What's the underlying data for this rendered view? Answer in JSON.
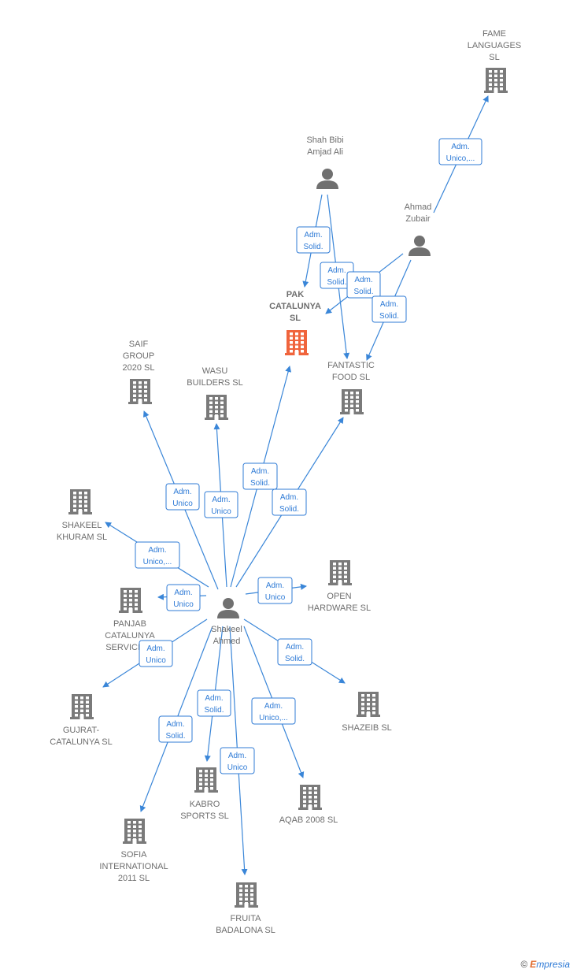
{
  "colors": {
    "edge": "#3a86d8",
    "company": "#7a7a7a",
    "highlight": "#f0643c",
    "person": "#707070"
  },
  "nodes": [
    {
      "id": "fame",
      "kind": "company",
      "label": [
        "FAME",
        "LANGUAGES",
        "SL"
      ]
    },
    {
      "id": "shahbibi",
      "kind": "person",
      "label": [
        "Shah Bibi",
        "Amjad Ali"
      ]
    },
    {
      "id": "ahmad",
      "kind": "person",
      "label": [
        "Ahmad",
        "Zubair"
      ]
    },
    {
      "id": "pak",
      "kind": "company",
      "highlight": true,
      "label": [
        "PAK",
        "CATALUNYA",
        "SL"
      ]
    },
    {
      "id": "fantastic",
      "kind": "company",
      "label": [
        "FANTASTIC",
        "FOOD  SL"
      ]
    },
    {
      "id": "saif",
      "kind": "company",
      "label": [
        "SAIF",
        "GROUP",
        "2020  SL"
      ]
    },
    {
      "id": "wasu",
      "kind": "company",
      "label": [
        "WASU",
        "BUILDERS SL"
      ]
    },
    {
      "id": "shakeelk",
      "kind": "company",
      "label": [
        "SHAKEEL",
        "KHURAM  SL"
      ]
    },
    {
      "id": "open",
      "kind": "company",
      "label": [
        "OPEN",
        "HARDWARE  SL"
      ]
    },
    {
      "id": "panjab",
      "kind": "company",
      "label": [
        "PANJAB",
        "CATALUNYA",
        "SERVICIO..."
      ]
    },
    {
      "id": "shakeel",
      "kind": "person",
      "label": [
        "Shakeel",
        "Ahmed"
      ]
    },
    {
      "id": "gujrat",
      "kind": "company",
      "label": [
        "GUJRAT-",
        "CATALUNYA  SL"
      ]
    },
    {
      "id": "shazeib",
      "kind": "company",
      "label": [
        "SHAZEIB  SL"
      ]
    },
    {
      "id": "kabro",
      "kind": "company",
      "label": [
        "KABRO",
        "SPORTS  SL"
      ]
    },
    {
      "id": "aqab",
      "kind": "company",
      "label": [
        "AQAB 2008 SL"
      ]
    },
    {
      "id": "sofia",
      "kind": "company",
      "label": [
        "SOFIA",
        "INTERNATIONAL",
        "2011 SL"
      ]
    },
    {
      "id": "fruita",
      "kind": "company",
      "label": [
        "FRUITA",
        "BADALONA  SL"
      ]
    }
  ],
  "edges": [
    {
      "id": "e1",
      "from": "ahmad",
      "to": "fame",
      "label": [
        "Adm.",
        "Unico,..."
      ]
    },
    {
      "id": "e2",
      "from": "shahbibi",
      "to": "pak",
      "label": [
        "Adm.",
        "Solid."
      ]
    },
    {
      "id": "e3",
      "from": "shahbibi",
      "to": "fantastic",
      "label": [
        "Adm.",
        "Solid."
      ]
    },
    {
      "id": "e4",
      "from": "ahmad",
      "to": "pak",
      "label": [
        "Adm.",
        "Solid."
      ]
    },
    {
      "id": "e5",
      "from": "ahmad",
      "to": "fantastic",
      "label": [
        "Adm.",
        "Solid."
      ]
    },
    {
      "id": "e6",
      "from": "shakeel",
      "to": "saif",
      "label": [
        "Adm.",
        "Unico"
      ]
    },
    {
      "id": "e7",
      "from": "shakeel",
      "to": "wasu",
      "label": [
        "Adm.",
        "Unico"
      ]
    },
    {
      "id": "e8",
      "from": "shakeel",
      "to": "pak",
      "label": [
        "Adm.",
        "Solid."
      ]
    },
    {
      "id": "e9",
      "from": "shakeel",
      "to": "fantastic",
      "label": [
        "Adm.",
        "Solid."
      ]
    },
    {
      "id": "e10",
      "from": "shakeel",
      "to": "shakeelk",
      "label": [
        "Adm.",
        "Unico,..."
      ]
    },
    {
      "id": "e11",
      "from": "shakeel",
      "to": "panjab",
      "label": [
        "Adm.",
        "Unico"
      ]
    },
    {
      "id": "e12",
      "from": "shakeel",
      "to": "open",
      "label": [
        "Adm.",
        "Unico"
      ]
    },
    {
      "id": "e13",
      "from": "shakeel",
      "to": "gujrat",
      "label": [
        "Adm.",
        "Unico"
      ]
    },
    {
      "id": "e14",
      "from": "shakeel",
      "to": "shazeib",
      "label": [
        "Adm.",
        "Solid."
      ]
    },
    {
      "id": "e15",
      "from": "shakeel",
      "to": "kabro",
      "label": [
        "Adm.",
        "Solid."
      ]
    },
    {
      "id": "e16",
      "from": "shakeel",
      "to": "aqab",
      "label": [
        "Adm.",
        "Unico,..."
      ]
    },
    {
      "id": "e17",
      "from": "shakeel",
      "to": "sofia",
      "label": [
        "Adm.",
        "Solid."
      ]
    },
    {
      "id": "e18",
      "from": "shakeel",
      "to": "fruita",
      "label": [
        "Adm.",
        "Unico"
      ]
    }
  ],
  "footer": {
    "copyright": "©",
    "brand_initial": "E",
    "brand_rest": "mpresia"
  }
}
